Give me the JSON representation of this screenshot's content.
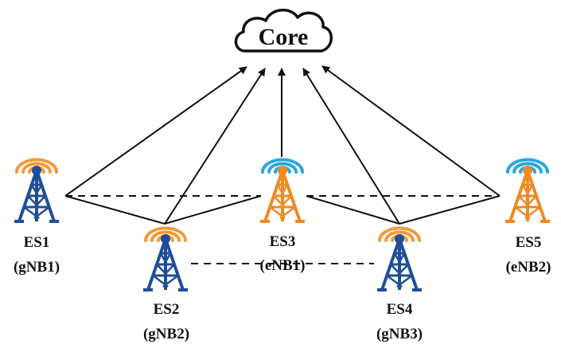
{
  "core": {
    "label": "Core"
  },
  "stations": [
    {
      "id": "es1",
      "name": "ES1",
      "sub": "(gNB1)"
    },
    {
      "id": "es2",
      "name": "ES2",
      "sub": "(gNB2)"
    },
    {
      "id": "es3",
      "name": "ES3",
      "sub": "(eNB1)"
    },
    {
      "id": "es4",
      "name": "ES4",
      "sub": "(gNB3)"
    },
    {
      "id": "es5",
      "name": "ES5",
      "sub": "(eNB2)"
    }
  ],
  "colors": {
    "gnb_tower": "#1f4e97",
    "enb_tower": "#f08a24",
    "gnb_wave": "#f29a3a",
    "enb_wave": "#2aa6e0",
    "line": "#111111"
  }
}
